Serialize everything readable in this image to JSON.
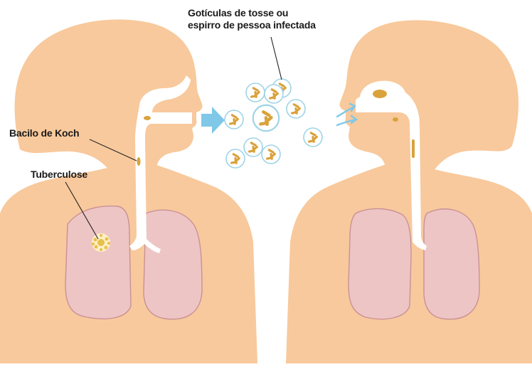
{
  "labels": {
    "droplets_line1": "Gotículas de tosse ou",
    "droplets_line2": "espirro de pessoa infectada",
    "bacillus": "Bacilo de Koch",
    "tuberculosis": "Tuberculose"
  },
  "colors": {
    "skin": "#f8c99c",
    "skin_shadow": "#f0b483",
    "lung": "#eec5c5",
    "lung_outline": "#c99196",
    "airway": "#ffffff",
    "bacillus": "#d9a23c",
    "droplet_ring": "#9fd4e6",
    "arrow": "#7fc8e8",
    "text": "#1a1a1a"
  }
}
